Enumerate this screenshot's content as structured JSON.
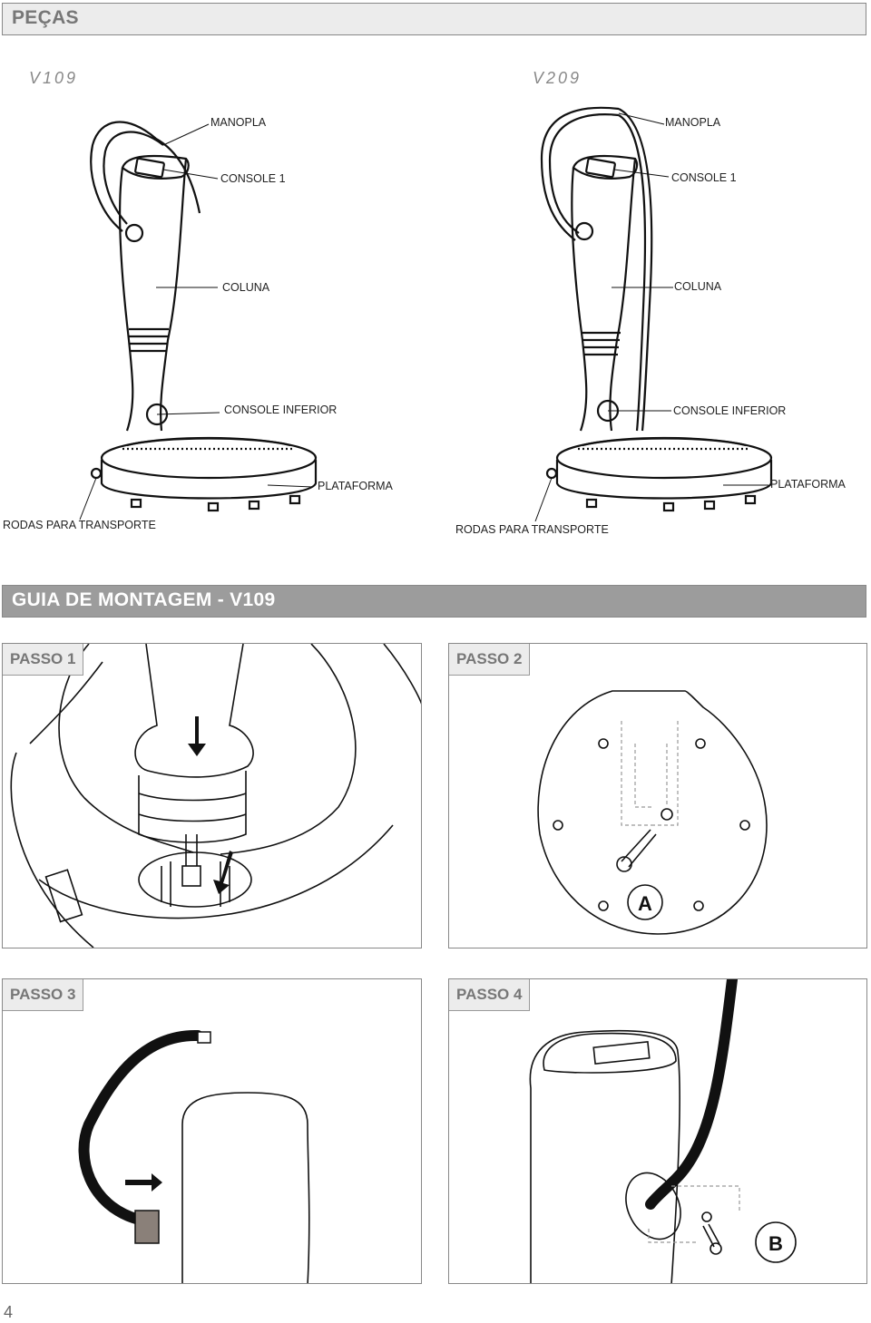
{
  "sections": {
    "parts_title": "PEÇAS",
    "assembly_title": "GUIA DE MONTAGEM - V109"
  },
  "models": {
    "left": {
      "name": "V109",
      "labels": {
        "handle": "MANOPLA",
        "console": "CONSOLE 1",
        "column": "COLUNA",
        "lower_console": "CONSOLE INFERIOR",
        "platform": "PLATAFORMA",
        "wheels": "RODAS PARA TRANSPORTE"
      }
    },
    "right": {
      "name": "V209",
      "labels": {
        "handle": "MANOPLA",
        "console": "CONSOLE 1",
        "column": "COLUNA",
        "lower_console": "CONSOLE INFERIOR",
        "platform": "PLATAFORMA",
        "wheels": "RODAS PARA TRANSPORTE"
      }
    }
  },
  "steps": [
    {
      "label": "PASSO 1"
    },
    {
      "label": "PASSO 2",
      "callout": "A"
    },
    {
      "label": "PASSO 3"
    },
    {
      "label": "PASSO 4",
      "callout": "B"
    }
  ],
  "page_number": "4"
}
